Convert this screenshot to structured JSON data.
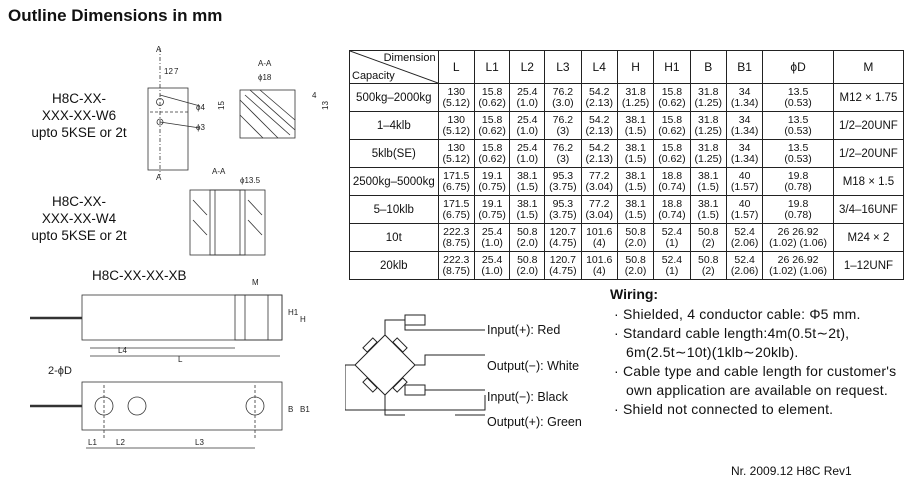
{
  "title": "Outline Dimensions in mm",
  "models": {
    "w6": [
      "H8C-XX-",
      "XXX-XX-W6",
      "upto 5KSE or 2t"
    ],
    "w4": [
      "H8C-XX-",
      "XXX-XX-W4",
      "upto 5KSE or 2t"
    ],
    "xb": "H8C-XX-XX-XB"
  },
  "drawing_labels": {
    "section_a": "A",
    "section_aa": "A-A",
    "top_dims": [
      "12",
      "7"
    ],
    "dia18": "ϕ18",
    "dia4": "ϕ4",
    "dia3": "ϕ3",
    "h15": "15",
    "h4": "4",
    "h13": "13",
    "dia135": "ϕ13.5",
    "m": "M",
    "h1": "H1",
    "h": "H",
    "l4": "L4",
    "l": "L",
    "two_phi_d": "2-ϕD",
    "b": "B",
    "b1": "B1",
    "l1": "L1",
    "l2": "L2",
    "l3": "L3"
  },
  "table": {
    "header_dimension": "Dimension",
    "header_capacity": "Capacity",
    "columns": [
      "L",
      "L1",
      "L2",
      "L3",
      "L4",
      "H",
      "H1",
      "B",
      "B1",
      "ϕD",
      "M"
    ],
    "rows": [
      {
        "capacity": "500kg–2000kg",
        "cells": [
          [
            "130",
            "(5.12)"
          ],
          [
            "15.8",
            "(0.62)"
          ],
          [
            "25.4",
            "(1.0)"
          ],
          [
            "76.2",
            "(3.0)"
          ],
          [
            "54.2",
            "(2.13)"
          ],
          [
            "31.8",
            "(1.25)"
          ],
          [
            "15.8",
            "(0.62)"
          ],
          [
            "31.8",
            "(1.25)"
          ],
          [
            "34",
            "(1.34)"
          ],
          [
            "13.5",
            "(0.53)"
          ]
        ],
        "m": "M12 × 1.75"
      },
      {
        "capacity": "1–4klb",
        "cells": [
          [
            "130",
            "(5.12)"
          ],
          [
            "15.8",
            "(0.62)"
          ],
          [
            "25.4",
            "(1.0)"
          ],
          [
            "76.2",
            "(3)"
          ],
          [
            "54.2",
            "(2.13)"
          ],
          [
            "38.1",
            "(1.5)"
          ],
          [
            "15.8",
            "(0.62)"
          ],
          [
            "31.8",
            "(1.25)"
          ],
          [
            "34",
            "(1.34)"
          ],
          [
            "13.5",
            "(0.53)"
          ]
        ],
        "m": "1/2–20UNF"
      },
      {
        "capacity": "5klb(SE)",
        "cells": [
          [
            "130",
            "(5.12)"
          ],
          [
            "15.8",
            "(0.62)"
          ],
          [
            "25.4",
            "(1.0)"
          ],
          [
            "76.2",
            "(3)"
          ],
          [
            "54.2",
            "(2.13)"
          ],
          [
            "38.1",
            "(1.5)"
          ],
          [
            "15.8",
            "(0.62)"
          ],
          [
            "31.8",
            "(1.25)"
          ],
          [
            "34",
            "(1.34)"
          ],
          [
            "13.5",
            "(0.53)"
          ]
        ],
        "m": "1/2–20UNF"
      },
      {
        "capacity": "2500kg–5000kg",
        "cells": [
          [
            "171.5",
            "(6.75)"
          ],
          [
            "19.1",
            "(0.75)"
          ],
          [
            "38.1",
            "(1.5)"
          ],
          [
            "95.3",
            "(3.75)"
          ],
          [
            "77.2",
            "(3.04)"
          ],
          [
            "38.1",
            "(1.5)"
          ],
          [
            "18.8",
            "(0.74)"
          ],
          [
            "38.1",
            "(1.5)"
          ],
          [
            "40",
            "(1.57)"
          ],
          [
            "19.8",
            "(0.78)"
          ]
        ],
        "m": "M18 × 1.5"
      },
      {
        "capacity": "5–10klb",
        "cells": [
          [
            "171.5",
            "(6.75)"
          ],
          [
            "19.1",
            "(0.75)"
          ],
          [
            "38.1",
            "(1.5)"
          ],
          [
            "95.3",
            "(3.75)"
          ],
          [
            "77.2",
            "(3.04)"
          ],
          [
            "38.1",
            "(1.5)"
          ],
          [
            "18.8",
            "(0.74)"
          ],
          [
            "38.1",
            "(1.5)"
          ],
          [
            "40",
            "(1.57)"
          ],
          [
            "19.8",
            "(0.78)"
          ]
        ],
        "m": "3/4–16UNF"
      },
      {
        "capacity": "10t",
        "cells": [
          [
            "222.3",
            "(8.75)"
          ],
          [
            "25.4",
            "(1.0)"
          ],
          [
            "50.8",
            "(2.0)"
          ],
          [
            "120.7",
            "(4.75)"
          ],
          [
            "101.6",
            "(4)"
          ],
          [
            "50.8",
            "(2.0)"
          ],
          [
            "52.4",
            "(1)"
          ],
          [
            "50.8",
            "(2)"
          ],
          [
            "52.4",
            "(2.06)"
          ],
          [
            "26  26.92",
            "(1.02) (1.06)"
          ]
        ],
        "m": "M24 × 2"
      },
      {
        "capacity": "20klb",
        "cells": [
          [
            "222.3",
            "(8.75)"
          ],
          [
            "25.4",
            "(1.0)"
          ],
          [
            "50.8",
            "(2.0)"
          ],
          [
            "120.7",
            "(4.75)"
          ],
          [
            "101.6",
            "(4)"
          ],
          [
            "50.8",
            "(2.0)"
          ],
          [
            "52.4",
            "(1)"
          ],
          [
            "50.8",
            "(2)"
          ],
          [
            "52.4",
            "(2.06)"
          ],
          [
            "26  26.92",
            "(1.02) (1.06)"
          ]
        ],
        "m": "1–12UNF"
      }
    ]
  },
  "wiring": {
    "title": "Wiring:",
    "labels": [
      "Input(+): Red",
      "Output(−): White",
      "Input(−): Black",
      "Output(+): Green"
    ],
    "notes": [
      "· Shielded, 4 conductor cable: Φ5 mm.",
      "· Standard cable length:4m(0.5t∼2t), 6m(2.5t∼10t)(1klb∼20klb).",
      "· Cable type and cable length for customer's own application are available on request.",
      "· Shield not connected to element."
    ]
  },
  "footer": "Nr. 2009.12 H8C Rev1"
}
